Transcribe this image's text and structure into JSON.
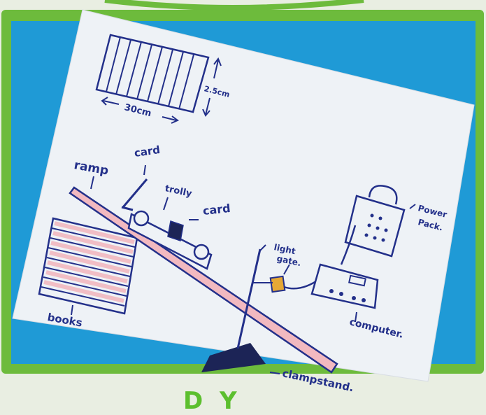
{
  "diagram": {
    "labels": {
      "dimension_height": "2.5cm",
      "dimension_width": "30cm",
      "ramp": "ramp",
      "card_top": "card",
      "trolly": "trolly",
      "card_side": "card",
      "books": "books",
      "light_gate_line1": "light",
      "light_gate_line2": "gate.",
      "power_pack_line1": "Power",
      "power_pack_line2": "Pack.",
      "computer": "computer.",
      "clampstand": "clampstand.",
      "bottom_partial": "D Y"
    },
    "colors": {
      "frame_green": "#6dbb3c",
      "backdrop_blue": "#1f9ad6",
      "paper": "#eef2f6",
      "ink": "#23308a",
      "ramp_fill": "#f2b9c0",
      "card_yellow": "#e6a835",
      "bottom_text_green": "#5cbf2e"
    }
  }
}
